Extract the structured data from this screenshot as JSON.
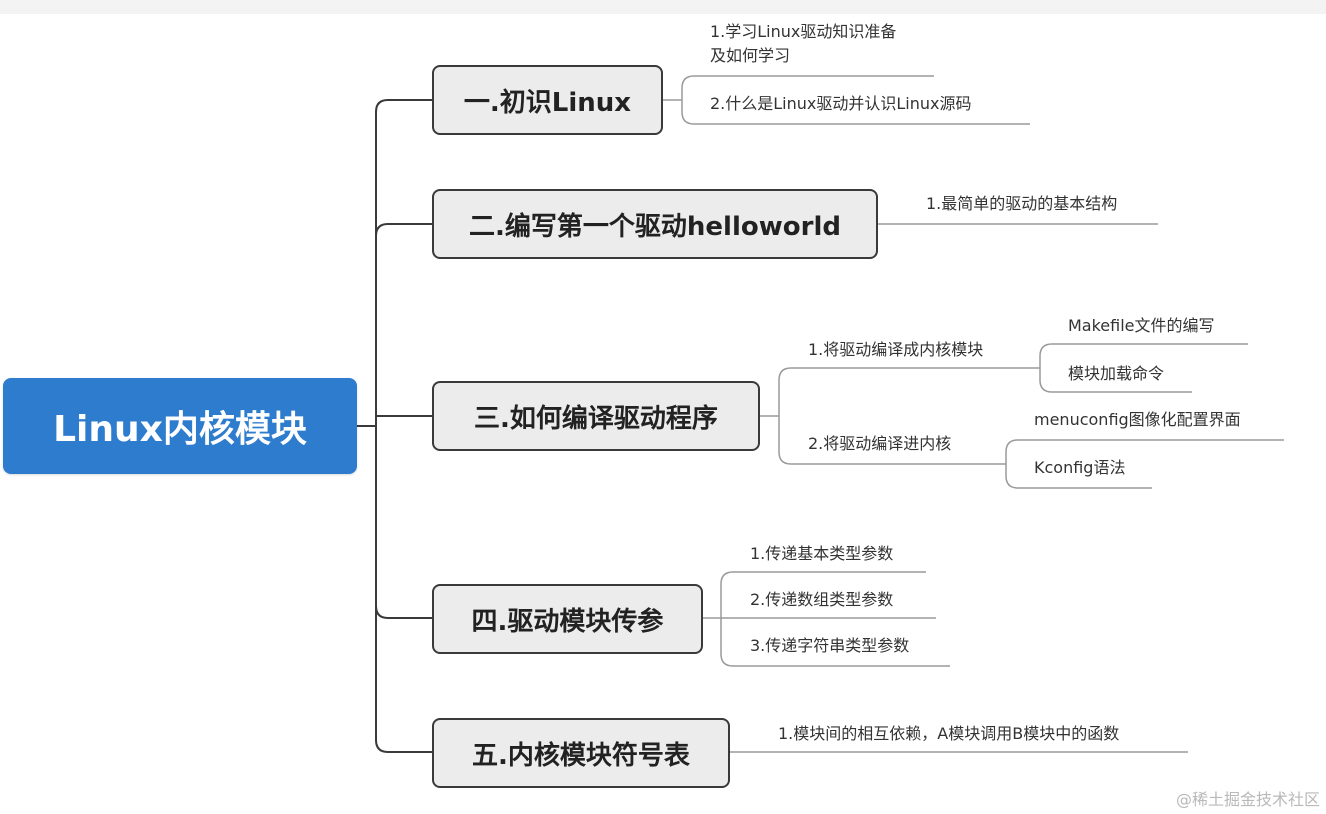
{
  "root": {
    "label": "Linux内核模块"
  },
  "sections": [
    {
      "label": "一.初识Linux",
      "items": [
        "1.学习Linux驱动知识准备",
        "及如何学习",
        "2.什么是Linux驱动并认识Linux源码"
      ]
    },
    {
      "label": "二.编写第一个驱动helloworld",
      "items": [
        "1.最简单的驱动的基本结构"
      ]
    },
    {
      "label": "三.如何编译驱动程序",
      "items": [
        "1.将驱动编译成内核模块",
        "Makefile文件的编写",
        "模块加载命令",
        "2.将驱动编译进内核",
        "menuconfig图像化配置界面",
        "Kconfig语法"
      ]
    },
    {
      "label": "四.驱动模块传参",
      "items": [
        "1.传递基本类型参数",
        "2.传递数组类型参数",
        "3.传递字符串类型参数"
      ]
    },
    {
      "label": "五.内核模块符号表",
      "items": [
        "1.模块间的相互依赖，A模块调用B模块中的函数"
      ]
    }
  ],
  "watermark": "@稀土掘金技术社区",
  "colors": {
    "root_bg": "#2e7ccd",
    "section_bg": "#ececec",
    "line": "#3a3a3a",
    "leaf_line": "#9a9a9a"
  }
}
